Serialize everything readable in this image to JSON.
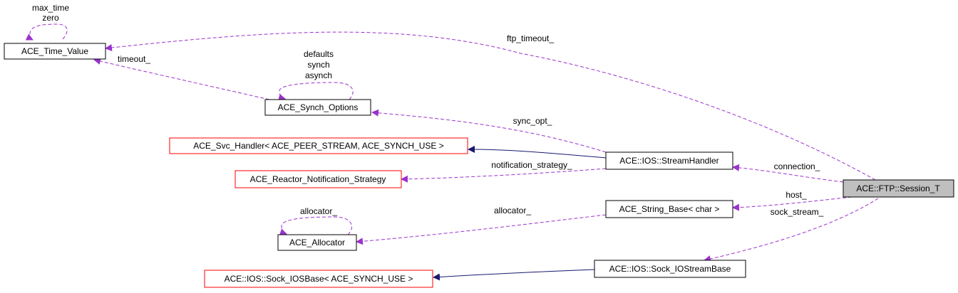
{
  "colors": {
    "node_border": "#000000",
    "node_border_incomplete": "#ff0000",
    "node_fill": "#ffffff",
    "focus_fill": "#bfbfbf",
    "usage_edge": "#9a32cd",
    "inheritance_edge": "#191970"
  },
  "nodes": {
    "time_value": "ACE_Time_Value",
    "synch_options": "ACE_Synch_Options",
    "svc_handler": "ACE_Svc_Handler< ACE_PEER_STREAM, ACE_SYNCH_USE >",
    "reactor_notification": "ACE_Reactor_Notification_Strategy",
    "allocator": "ACE_Allocator",
    "sock_iosbase": "ACE::IOS::Sock_IOSBase< ACE_SYNCH_USE >",
    "stream_handler": "ACE::IOS::StreamHandler",
    "string_base": "ACE_String_Base< char >",
    "sock_iostreambase": "ACE::IOS::Sock_IOStreamBase",
    "session": "ACE::FTP::Session_T"
  },
  "edge_labels": {
    "max_time": "max_time",
    "zero": "zero",
    "ftp_timeout": "ftp_timeout_",
    "timeout": "timeout_",
    "defaults": "defaults",
    "synch": "synch",
    "asynch": "asynch",
    "sync_opt": "sync_opt_",
    "notification_strategy": "notification_strategy_",
    "connection": "connection_",
    "allocator_self": "allocator_",
    "allocator": "allocator_",
    "host": "host_",
    "sock_stream": "sock_stream_"
  }
}
